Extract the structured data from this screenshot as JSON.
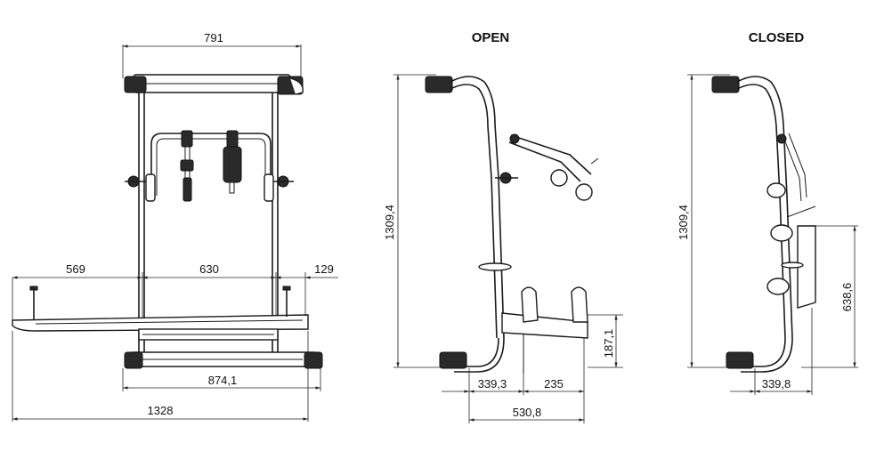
{
  "views": {
    "open_title": "OPEN",
    "closed_title": "CLOSED"
  },
  "dimensions": {
    "front_top_width": "791",
    "front_left_offset": "569",
    "front_middle": "630",
    "front_right_offset": "129",
    "front_base_width": "874,1",
    "front_total_width": "1328",
    "open_height": "1309,4",
    "open_foot_height": "187,1",
    "open_depth_a": "339,3",
    "open_depth_b": "235",
    "open_depth_total": "530,8",
    "closed_height": "1309,4",
    "closed_upper_height": "638,6",
    "closed_depth": "339,8"
  }
}
